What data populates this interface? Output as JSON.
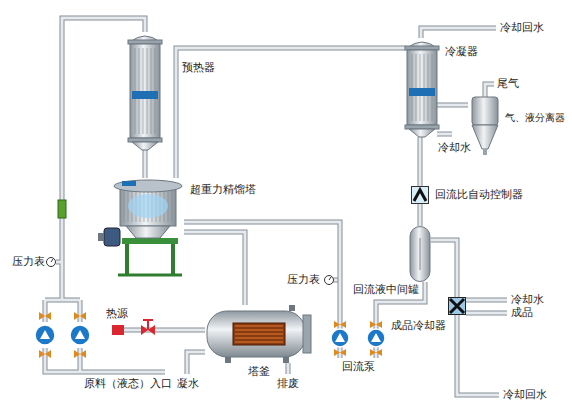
{
  "diagram": {
    "nodes": [
      {
        "text": [
          "预热器"
        ]
      },
      {
        "text": [
          "冷凝器"
        ]
      },
      {
        "text": [
          "气、液分离器"
        ]
      },
      {
        "text": [
          "超重力精馏塔"
        ]
      },
      {
        "text": [
          "回流比自动控制器"
        ]
      },
      {
        "text": [
          "回流液中间罐"
        ]
      },
      {
        "text": [
          "塔釜"
        ]
      },
      {
        "text": [
          "回流泵"
        ]
      },
      {
        "text": [
          "成品冷却器"
        ]
      }
    ],
    "edges": [
      {
        "from": 0,
        "to": 3,
        "arrow": "none"
      },
      {
        "from": 3,
        "to": 1,
        "arrow": "none"
      },
      {
        "from": 1,
        "to": 2,
        "arrow": "none"
      },
      {
        "from": 1,
        "to": 4,
        "arrow": "none"
      },
      {
        "from": 4,
        "to": 5,
        "arrow": "none"
      },
      {
        "from": 5,
        "to": 7,
        "arrow": "none"
      },
      {
        "from": 7,
        "to": 3,
        "arrow": "none"
      },
      {
        "from": 5,
        "to": 8,
        "arrow": "none"
      },
      {
        "from": 3,
        "to": 6,
        "arrow": "none"
      }
    ],
    "labels": [
      "冷却回水",
      "尾气",
      "冷却水",
      "压力表",
      "压力表",
      "热源",
      "原料（液态）入口",
      "凝水",
      "排废",
      "冷却水",
      "成品",
      "冷却回水"
    ]
  }
}
